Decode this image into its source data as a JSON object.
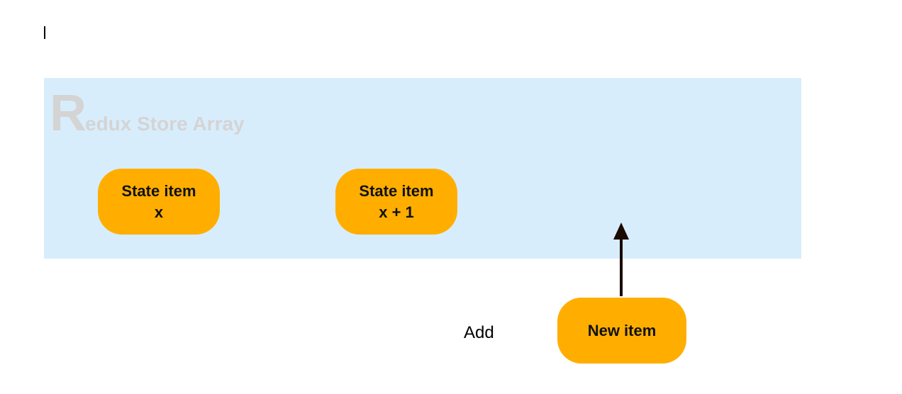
{
  "store": {
    "title_initial": "R",
    "title_rest": "edux Store Array"
  },
  "nodes": [
    {
      "label": "State item\nx"
    },
    {
      "label": "State item\nx + 1"
    },
    {
      "label": "New item"
    }
  ],
  "action": {
    "label": "Add"
  },
  "colors": {
    "store_background": "#d8edfc",
    "node_fill": "#ffae00",
    "arrow": "#1a0a00"
  }
}
